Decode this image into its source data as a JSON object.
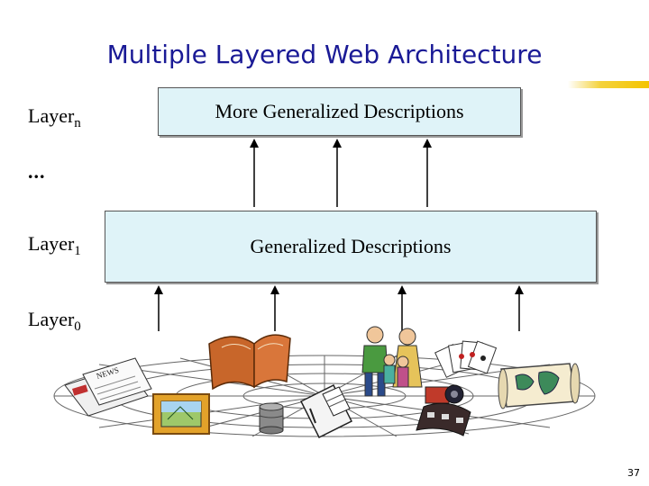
{
  "title": "Multiple Layered Web Architecture",
  "layers": [
    {
      "base": "Layer",
      "sub": "n"
    },
    {
      "ellipsis": "..."
    },
    {
      "base": "Layer",
      "sub": "1"
    },
    {
      "base": "Layer",
      "sub": "0"
    }
  ],
  "boxes": {
    "top": "More Generalized Descriptions",
    "middle": "Generalized Descriptions"
  },
  "clipart": {
    "newspaper_text": "NEWS",
    "icons": [
      "newspaper-icon",
      "framed-picture-icon",
      "open-book-icon",
      "database-icon",
      "notebook-icon",
      "family-icon",
      "film-camera-icon",
      "playing-cards-icon",
      "map-scroll-icon"
    ]
  },
  "page_number": "37",
  "colors": {
    "title": "#1a1a96",
    "box_fill": "#dff3f8",
    "accent": "#f4c400"
  }
}
